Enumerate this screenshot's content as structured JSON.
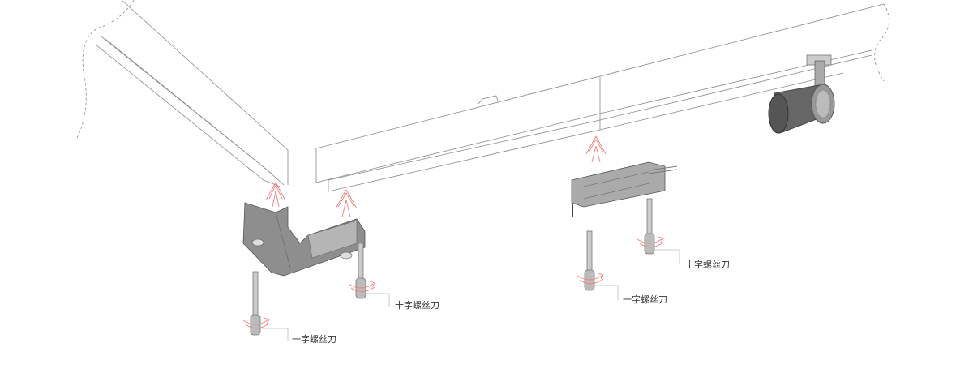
{
  "labels": {
    "left_flat": "一字螺丝刀",
    "left_phillips": "十字螺丝刀",
    "right_phillips": "十字螺丝刀",
    "right_flat": "一字螺丝刀"
  },
  "colors": {
    "line": "#888888",
    "arrow": "#f08080",
    "part": "#9a9a9a"
  }
}
